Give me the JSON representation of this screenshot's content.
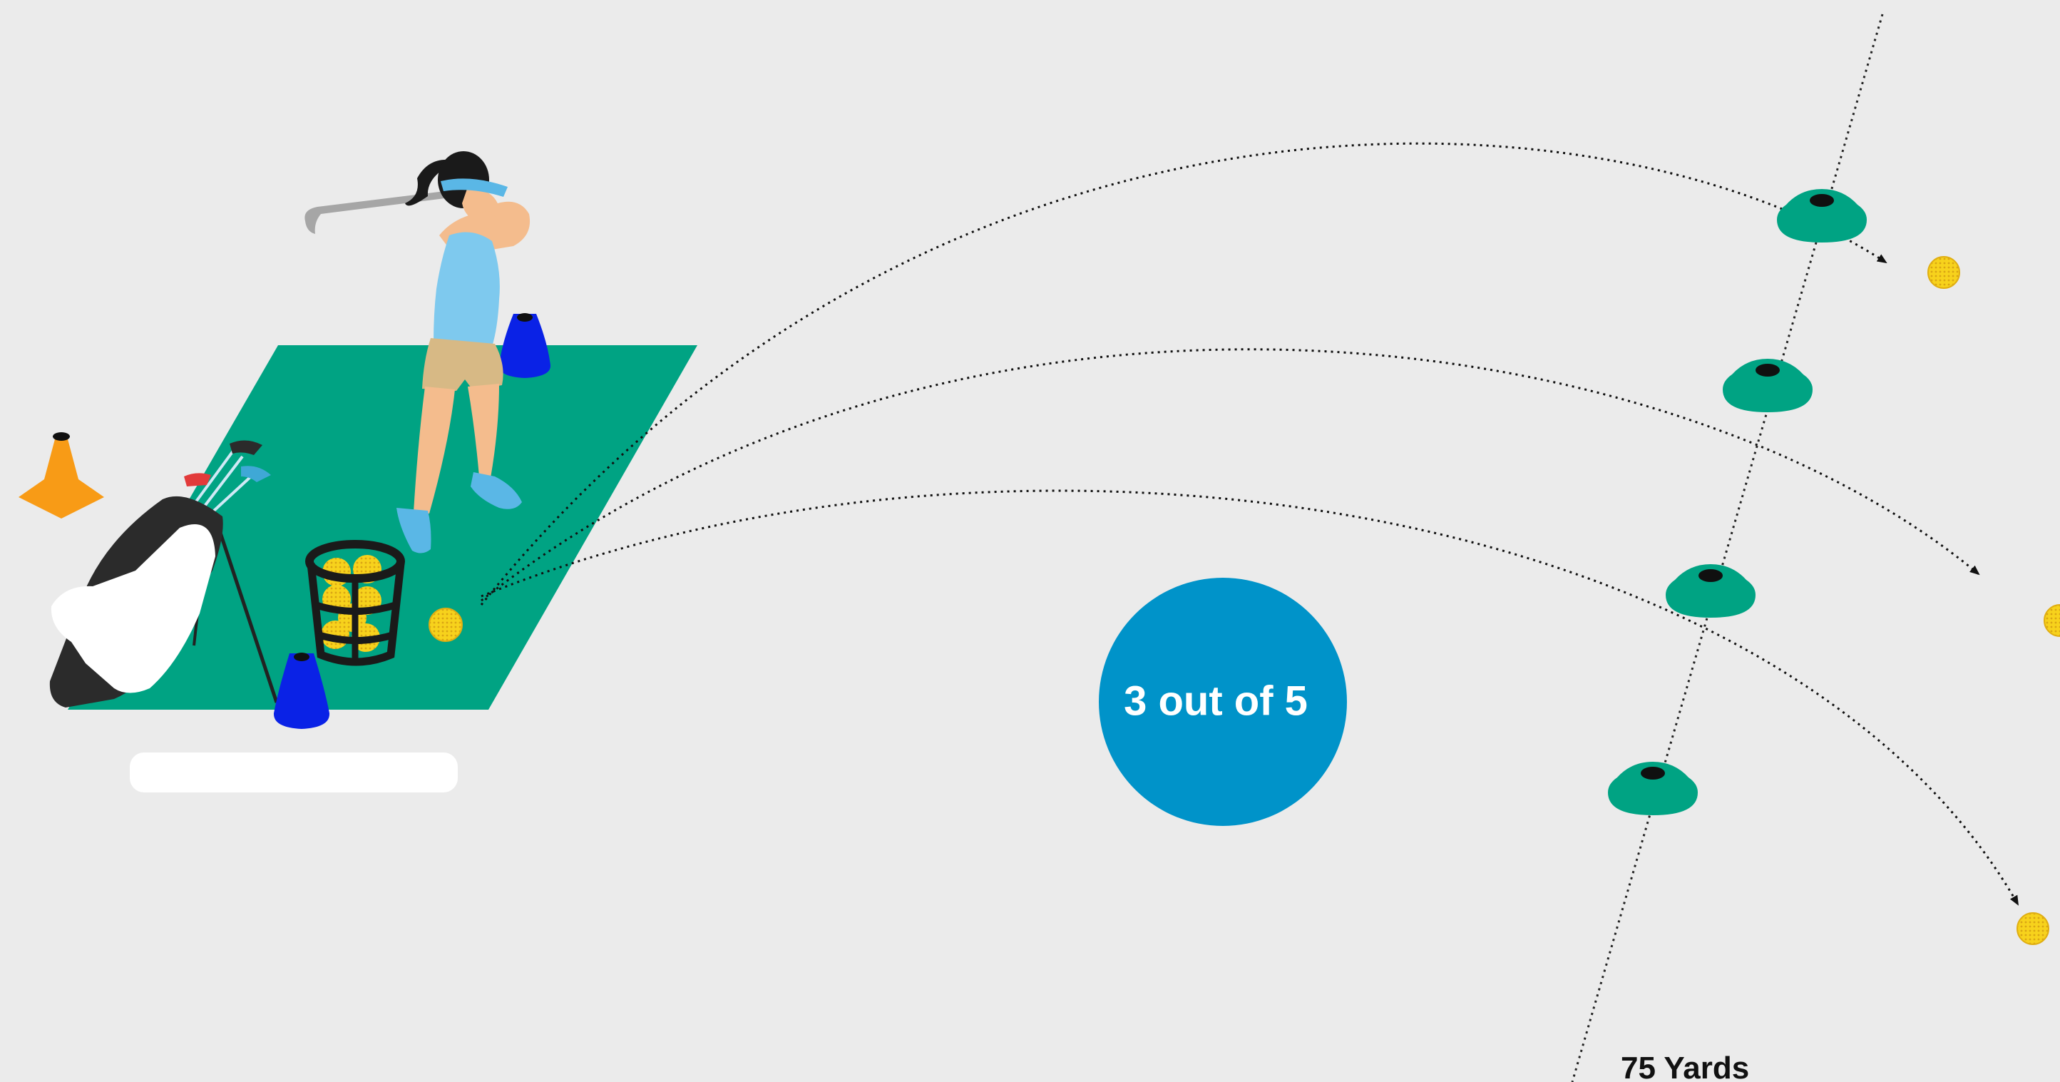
{
  "score_badge": {
    "text": "3 out of 5"
  },
  "distance_line": {
    "label": "75 Yards"
  },
  "colors": {
    "background": "#ebebeb",
    "mat": "#00a383",
    "cone_marker": "#00a383",
    "score_badge": "#0093c9",
    "blue_cone": "#0a22e6",
    "orange_cone": "#f89b16",
    "ball": "#f7d21c",
    "shirt": "#7ec9ee",
    "shorts": "#d7b985",
    "skin": "#f4bc8d"
  },
  "shots": {
    "total": 5,
    "in_target": 3,
    "shown": 3
  },
  "icons": [
    "golfer-icon",
    "golf-bag-icon",
    "ball-basket-icon",
    "traffic-cone-icon",
    "marker-cone-icon",
    "golf-ball-icon"
  ]
}
